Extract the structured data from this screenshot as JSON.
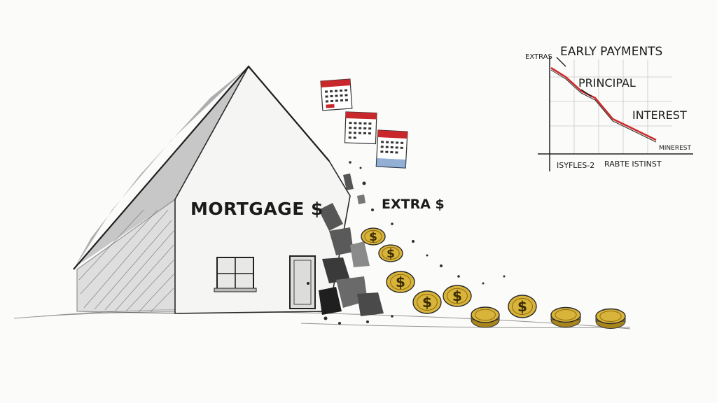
{
  "house": {
    "label": "MORTGAGE $"
  },
  "extra": {
    "label": "EXTRA $"
  },
  "chart": {
    "title": "EARLY PAYMENTS",
    "corner_label": "EXTRAS",
    "principal_label": "PRINCIPAL",
    "interest_label": "INTEREST",
    "right_label": "MINEREST",
    "bottom_left_label": "ISYFLES-2",
    "bottom_right_label": "RABTE ISTINST",
    "line_color": "#cc2a2a"
  },
  "coins": {
    "symbol": "$",
    "color": "#d9b43a"
  },
  "calendars": {
    "header_color": "#c8282c",
    "accent_color": "#3a6fb0"
  }
}
